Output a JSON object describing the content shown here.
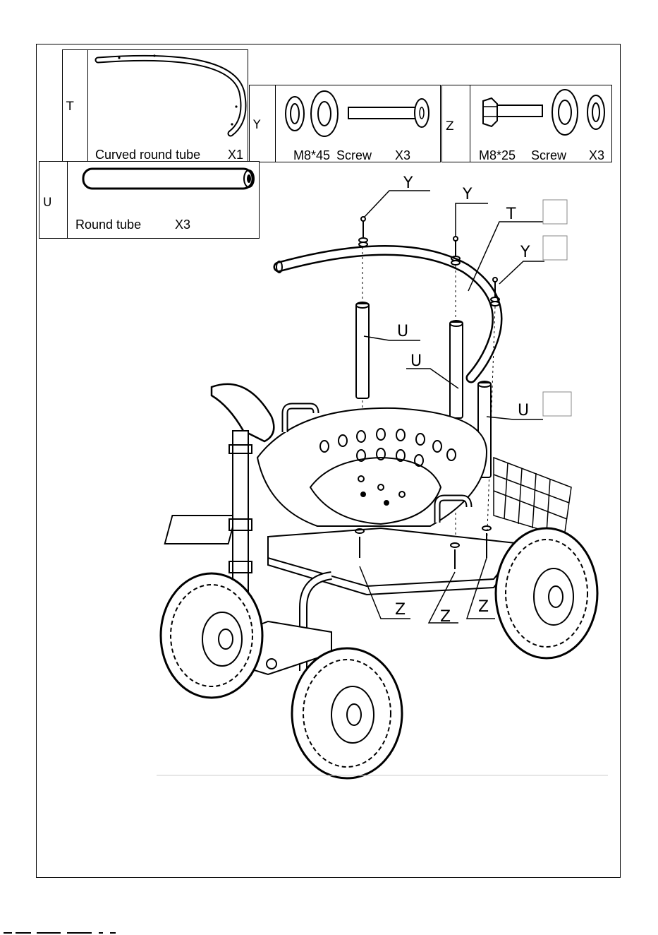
{
  "parts": {
    "T": {
      "letter": "T",
      "name": "Curved round tube",
      "qty": "X1"
    },
    "Y": {
      "letter": "Y",
      "spec": "M8*45",
      "name": "Screw",
      "qty": "X3"
    },
    "Z": {
      "letter": "Z",
      "spec": "M8*25",
      "name": "Screw",
      "qty": "X3"
    },
    "U": {
      "letter": "U",
      "name": "Round tube",
      "qty": "X3"
    }
  },
  "callouts": {
    "y1": "Y",
    "y2": "Y",
    "y3": "Y",
    "t": "T",
    "u1": "U",
    "u2": "U",
    "u3": "U",
    "z1": "Z",
    "z2": "Z",
    "z3": "Z"
  }
}
